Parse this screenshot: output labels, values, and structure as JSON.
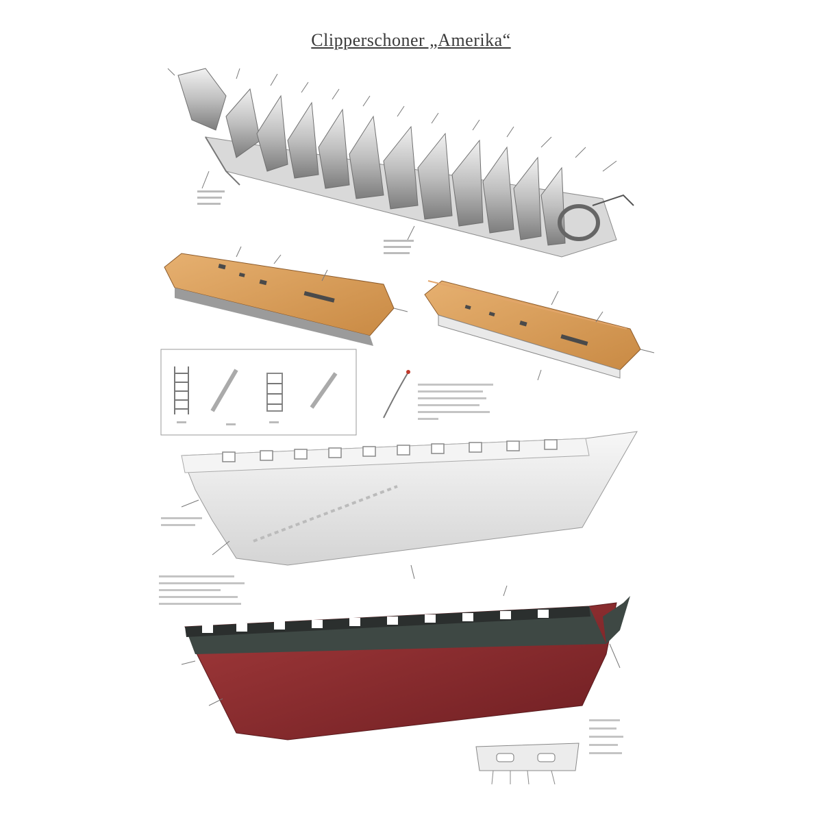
{
  "sheet": {
    "title": "Clipperschoner „Amerika“",
    "footer_left": "",
    "footer_page": "",
    "footer_right": ""
  },
  "colors": {
    "deck_wood": "#d9a15d",
    "deck_wood_dark": "#b77b3a",
    "hull_red": "#8a2b2e",
    "hull_dark": "#3e4844",
    "frame_grey": "#9a9a9a",
    "hull_light": "#e6e6e6"
  },
  "icons": [
    "frame-assembly",
    "deck-plate",
    "ladder",
    "hull-side",
    "stern-detail"
  ]
}
